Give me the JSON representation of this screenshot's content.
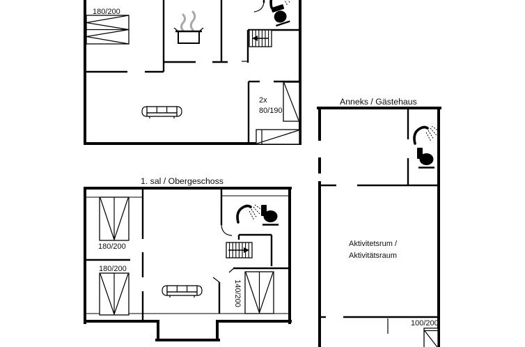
{
  "colors": {
    "background": "#ffffff",
    "ink": "#000000",
    "steam": "#a8a8a8"
  },
  "ground_floor": {
    "bed_double_label": "180/200",
    "bunk_count_label": "2x",
    "bunk_size_label": "80/190"
  },
  "annex": {
    "title": "Anneks / Gästehaus",
    "room_line1": "Aktivitetsrum /",
    "room_line2": "Aktivitätsraum",
    "bed_label": "100/200"
  },
  "first_floor": {
    "title": "1. sal / Obergeschoss",
    "bed_top_left_label": "180/200",
    "bed_bottom_left_label": "180/200",
    "bed_right_label": "140/200"
  },
  "icons": {
    "cooking_pot": "pot-with-steam",
    "shower": "shower-head-with-spray",
    "toilet": "toilet-silhouette",
    "stairs_ground_floor": "stairs-arrow-left",
    "stairs_upper_floor": "stairs-arrow-right",
    "sofa": "three-seat-sofa",
    "bed": "bed-outline-with-fold-lines"
  }
}
